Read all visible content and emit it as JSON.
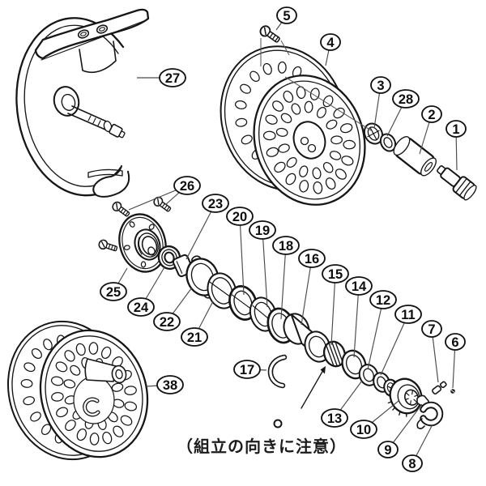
{
  "figure": {
    "type": "exploded-parts-diagram",
    "note_text": "（組立の向きに注意）",
    "colors": {
      "ink": "#161616",
      "background": "#ffffff",
      "leader": "#4a4a4a"
    },
    "callouts": [
      {
        "label": "1"
      },
      {
        "label": "2"
      },
      {
        "label": "3"
      },
      {
        "label": "4"
      },
      {
        "label": "5"
      },
      {
        "label": "6"
      },
      {
        "label": "7"
      },
      {
        "label": "8"
      },
      {
        "label": "9"
      },
      {
        "label": "10"
      },
      {
        "label": "11"
      },
      {
        "label": "12"
      },
      {
        "label": "13"
      },
      {
        "label": "14"
      },
      {
        "label": "15"
      },
      {
        "label": "16"
      },
      {
        "label": "17"
      },
      {
        "label": "18"
      },
      {
        "label": "19"
      },
      {
        "label": "20"
      },
      {
        "label": "21"
      },
      {
        "label": "22"
      },
      {
        "label": "23"
      },
      {
        "label": "24"
      },
      {
        "label": "25"
      },
      {
        "label": "26"
      },
      {
        "label": "27"
      },
      {
        "label": "28"
      },
      {
        "label": "38"
      }
    ]
  }
}
